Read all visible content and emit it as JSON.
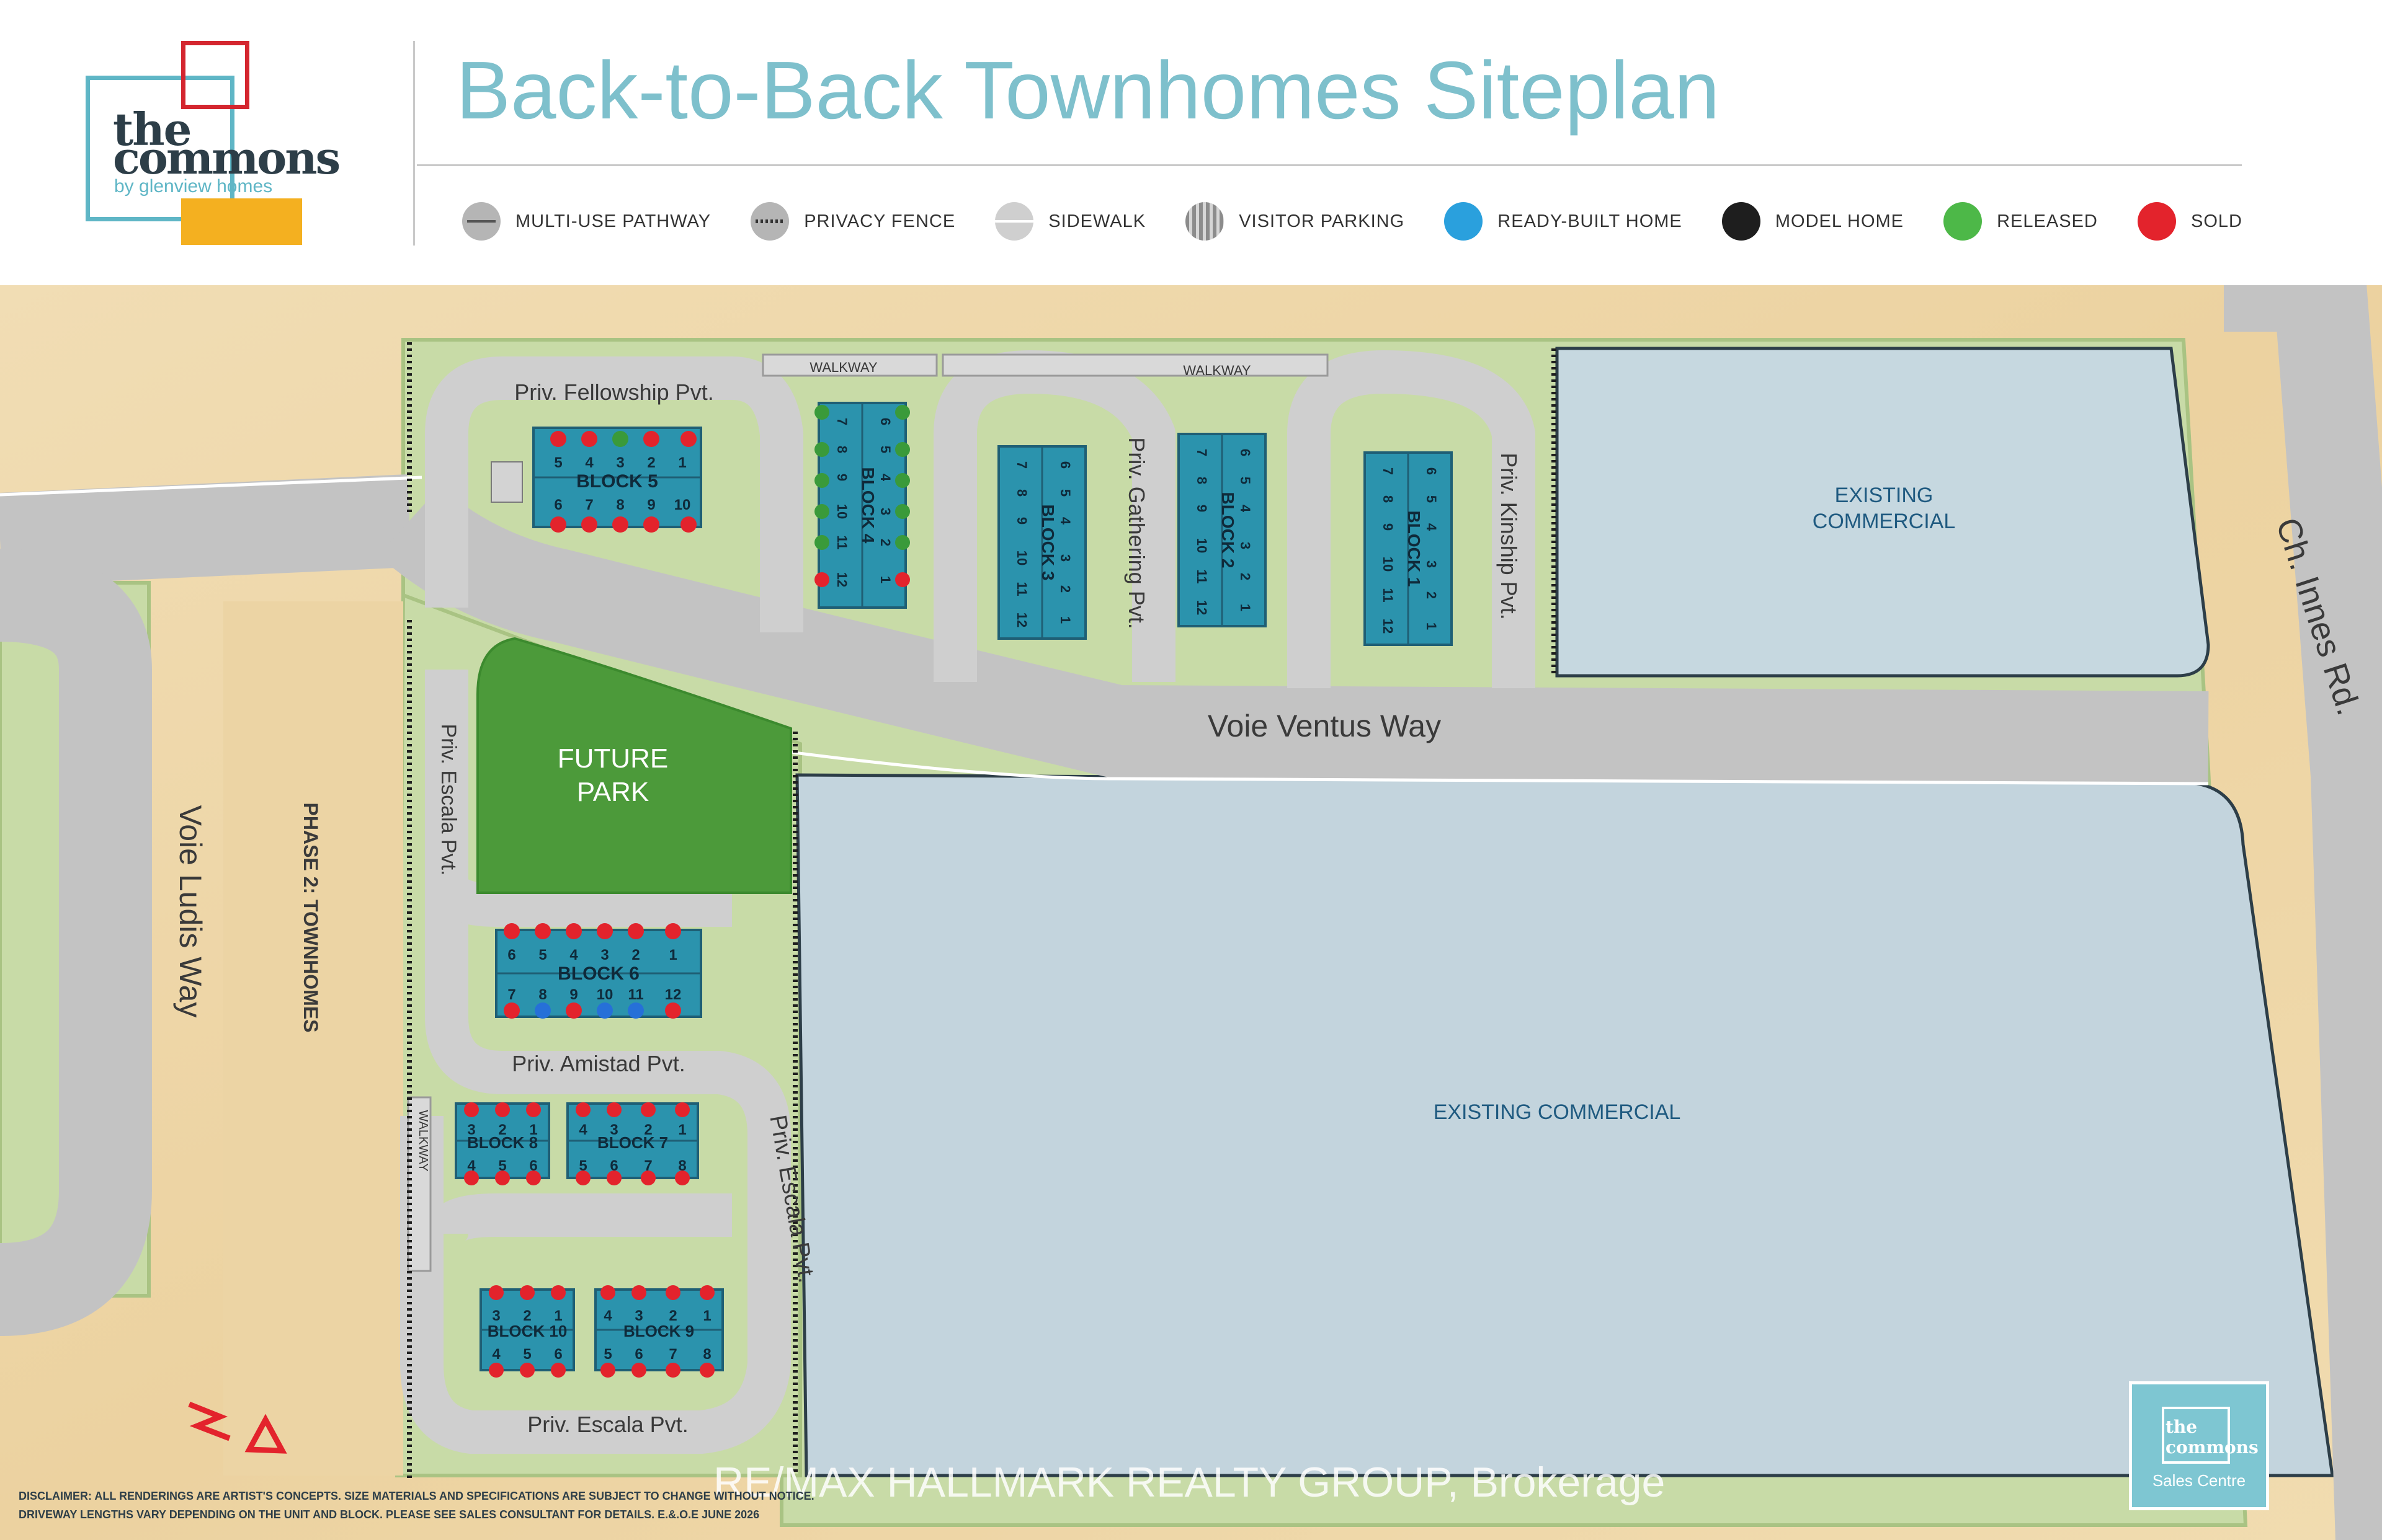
{
  "logo": {
    "line1": "the",
    "line2": "commons",
    "line3": "by glenview homes"
  },
  "title": "Back-to-Back Townhomes Siteplan",
  "legend": [
    {
      "label": "MULTI-USE PATHWAY",
      "icon": "multi-use-pathway-icon",
      "color": "#b5b5b5"
    },
    {
      "label": "PRIVACY FENCE",
      "icon": "privacy-fence-icon",
      "color": "#b5b5b5"
    },
    {
      "label": "SIDEWALK",
      "icon": "sidewalk-icon",
      "color": "#cfcfcf"
    },
    {
      "label": "VISITOR PARKING",
      "icon": "visitor-parking-icon",
      "color": "#9a9a9a"
    },
    {
      "label": "READY-BUILT HOME",
      "icon": "ready-built-home-icon",
      "color": "#2aa0dd"
    },
    {
      "label": "MODEL HOME",
      "icon": "model-home-icon",
      "color": "#1e1e1e"
    },
    {
      "label": "RELEASED",
      "icon": "released-icon",
      "color": "#4db848"
    },
    {
      "label": "SOLD",
      "icon": "sold-icon",
      "color": "#e3232c"
    }
  ],
  "labels": {
    "fellowship": "Priv. Fellowship Pvt.",
    "walkway": "WALKWAY",
    "gathering": "Priv. Gathering Pvt.",
    "kinship": "Priv. Kinship Pvt.",
    "existing_commercial_1": [
      "EXISTING",
      "COMMERCIAL"
    ],
    "existing_commercial_2": "EXISTING COMMERCIAL",
    "innes": "Ch. Innes Rd.",
    "ventus": "Voie Ventus Way",
    "future_park": [
      "FUTURE",
      "PARK"
    ],
    "ludis": "Voie Ludis Way",
    "phase2": "PHASE 2: TOWNHOMES",
    "escala_west": "Priv. Escala Pvt.",
    "escala_east": "Priv. Escala Pvt.",
    "escala_south": "Priv. Escala Pvt.",
    "amistad": "Priv. Amistad Pvt."
  },
  "blocks": [
    {
      "name": "BLOCK 5",
      "units_top": [
        "5",
        "4",
        "3",
        "2",
        "1"
      ],
      "units_bottom": [
        "6",
        "7",
        "8",
        "9",
        "10"
      ]
    },
    {
      "name": "BLOCK 4",
      "units_top": [
        "6",
        "5",
        "4",
        "3",
        "2",
        "1"
      ],
      "units_bottom": [
        "7",
        "8",
        "9",
        "10",
        "11",
        "12"
      ]
    },
    {
      "name": "BLOCK 3",
      "units_top": [
        "6",
        "5",
        "4",
        "3",
        "2",
        "1"
      ],
      "units_bottom": [
        "7",
        "8",
        "9",
        "10",
        "11",
        "12"
      ]
    },
    {
      "name": "BLOCK 2",
      "units_top": [
        "6",
        "5",
        "4",
        "3",
        "2",
        "1"
      ],
      "units_bottom": [
        "7",
        "8",
        "9",
        "10",
        "11",
        "12"
      ]
    },
    {
      "name": "BLOCK 1",
      "units_top": [
        "6",
        "5",
        "4",
        "3",
        "2",
        "1"
      ],
      "units_bottom": [
        "7",
        "8",
        "9",
        "10",
        "11",
        "12"
      ]
    },
    {
      "name": "BLOCK 6",
      "units_top": [
        "6",
        "5",
        "4",
        "3",
        "2",
        "1"
      ],
      "units_bottom": [
        "7",
        "8",
        "9",
        "10",
        "11",
        "12"
      ]
    },
    {
      "name": "BLOCK 8",
      "units_top": [
        "3",
        "2",
        "1"
      ],
      "units_bottom": [
        "4",
        "5",
        "6"
      ]
    },
    {
      "name": "BLOCK 7",
      "units_top": [
        "4",
        "3",
        "2",
        "1"
      ],
      "units_bottom": [
        "5",
        "6",
        "7",
        "8"
      ]
    },
    {
      "name": "BLOCK 10",
      "units_top": [
        "3",
        "2",
        "1"
      ],
      "units_bottom": [
        "4",
        "5",
        "6"
      ]
    },
    {
      "name": "BLOCK 9",
      "units_top": [
        "4",
        "3",
        "2",
        "1"
      ],
      "units_bottom": [
        "5",
        "6",
        "7",
        "8"
      ]
    }
  ],
  "watermark": "RE/MAX HALLMARK REALTY GROUP, Brokerage",
  "disclaimer": [
    "DISCLAIMER: ALL RENDERINGS ARE ARTIST'S CONCEPTS. SIZE MATERIALS AND SPECIFICATIONS ARE SUBJECT TO CHANGE WITHOUT NOTICE.",
    "DRIVEWAY LENGTHS VARY DEPENDING ON THE UNIT AND BLOCK. PLEASE SEE SALES CONSULTANT FOR DETAILS. E.&.O.E JUNE 2026"
  ],
  "sales_centre": {
    "logo": "the commons",
    "label": "Sales Centre"
  },
  "colors": {
    "sold": "#e3232c",
    "released": "#3a9a3a",
    "ready_built": "#2670d8",
    "block": "#2b93ad",
    "road": "#c3c3c3",
    "green": "#c5d9a4",
    "commercial": "#c4d5de"
  }
}
